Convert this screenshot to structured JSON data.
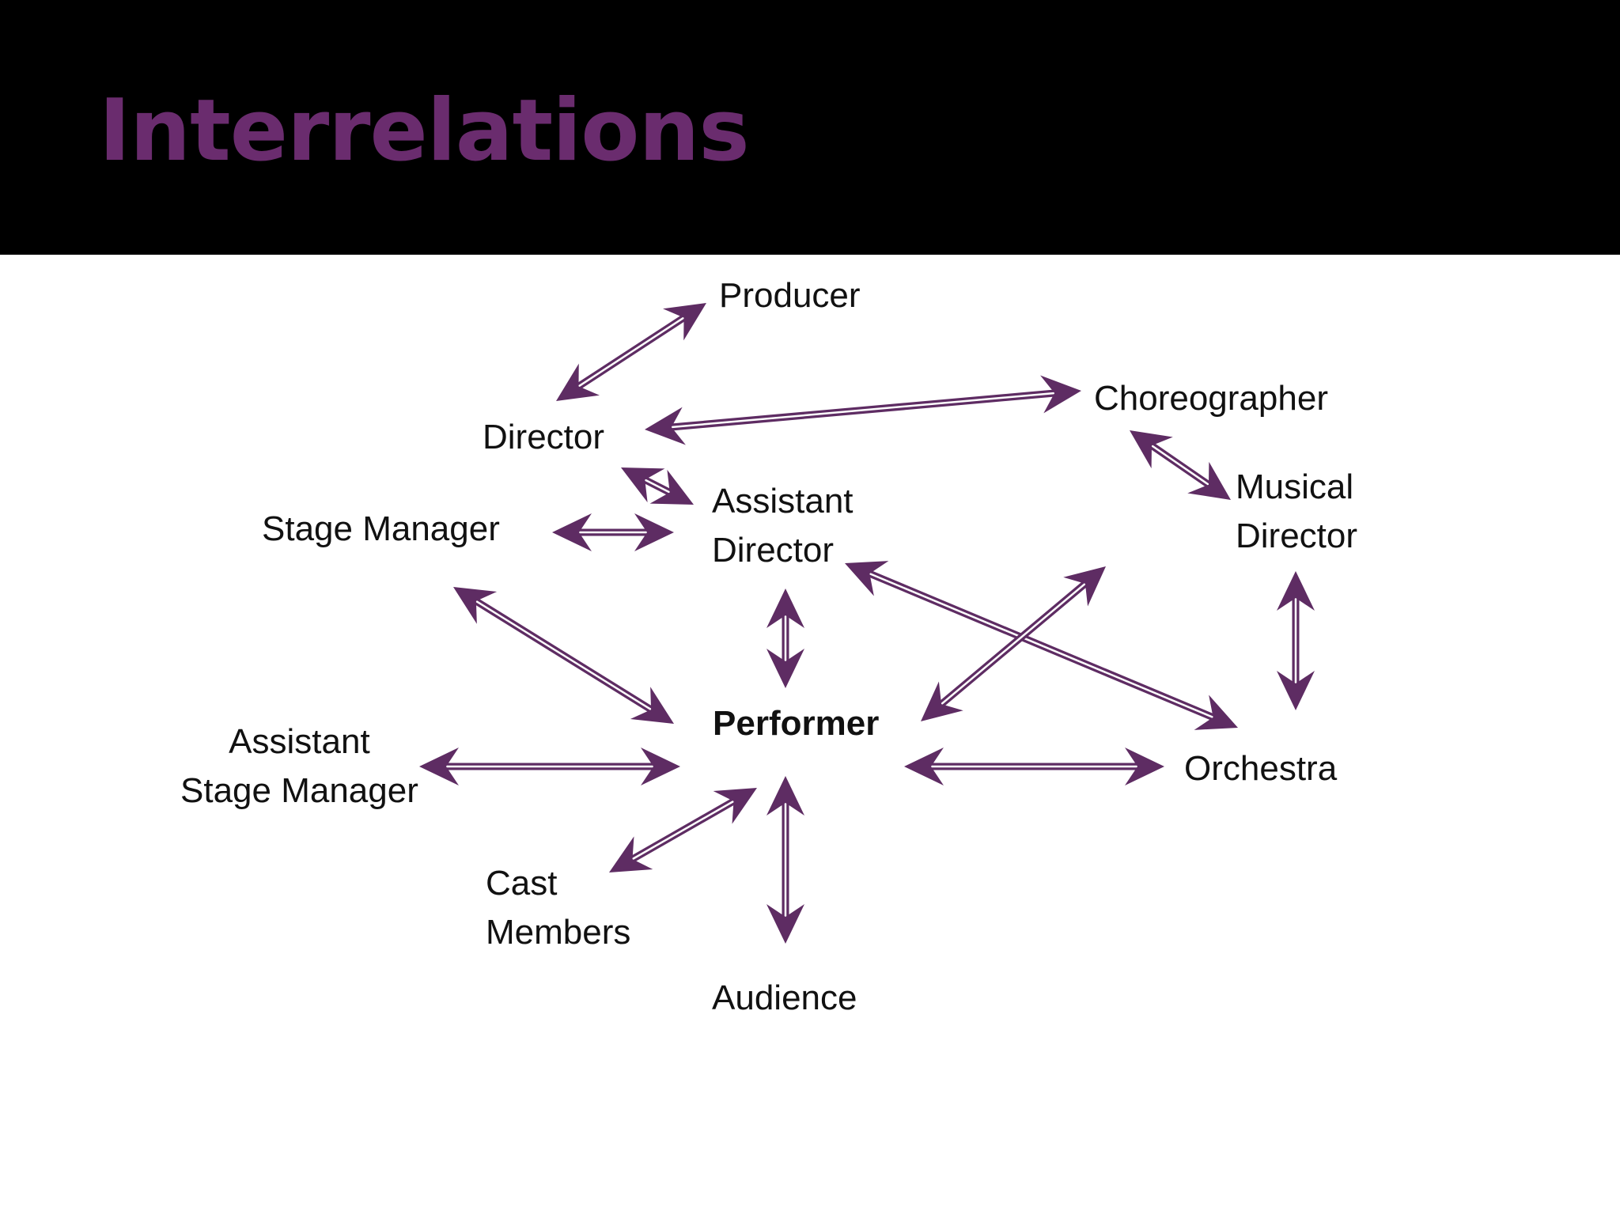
{
  "slide": {
    "title": "Interrelations",
    "title_color": "#6a2c6e",
    "arrow_color": "#5e2c63"
  },
  "nodes": {
    "producer": "Producer",
    "director": "Director",
    "choreographer": "Choreographer",
    "stage_manager": "Stage Manager",
    "assistant_director": [
      "Assistant",
      "Director"
    ],
    "musical_director": [
      "Musical",
      "Director"
    ],
    "performer": "Performer",
    "assistant_stage_manager": [
      "Assistant",
      "Stage Manager"
    ],
    "orchestra": "Orchestra",
    "cast_members": [
      "Cast",
      "Members"
    ],
    "audience": "Audience"
  },
  "relations": [
    {
      "from": "Director",
      "to": "Producer"
    },
    {
      "from": "Director",
      "to": "Choreographer"
    },
    {
      "from": "Director",
      "to": "Assistant Director"
    },
    {
      "from": "Choreographer",
      "to": "Musical Director"
    },
    {
      "from": "Stage Manager",
      "to": "Assistant Director"
    },
    {
      "from": "Stage Manager",
      "to": "Performer"
    },
    {
      "from": "Assistant Director",
      "to": "Performer"
    },
    {
      "from": "Assistant Director",
      "to": "Orchestra"
    },
    {
      "from": "Performer",
      "to": "Musical Director"
    },
    {
      "from": "Musical Director",
      "to": "Orchestra"
    },
    {
      "from": "Assistant Stage Manager",
      "to": "Performer"
    },
    {
      "from": "Performer",
      "to": "Orchestra"
    },
    {
      "from": "Cast Members",
      "to": "Performer"
    },
    {
      "from": "Performer",
      "to": "Audience"
    }
  ]
}
